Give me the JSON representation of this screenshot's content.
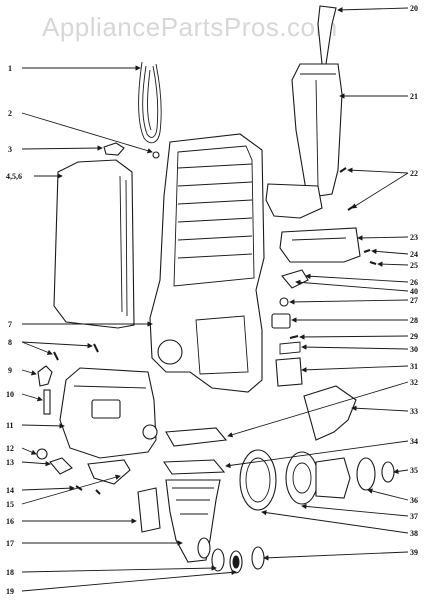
{
  "watermark": "AppliancePartsPros.com",
  "callouts": {
    "c1": "1",
    "c2": "2",
    "c3": "3",
    "c4": "4,5,6",
    "c7": "7",
    "c8": "8",
    "c9": "9",
    "c10": "10",
    "c11": "11",
    "c12": "12",
    "c13": "13",
    "c14": "14",
    "c15": "15",
    "c16": "16",
    "c17": "17",
    "c18": "18",
    "c19": "19",
    "c20": "20",
    "c21": "21",
    "c22": "22",
    "c23": "23",
    "c24": "24",
    "c25": "25",
    "c26": "26",
    "c27": "27",
    "c28": "28",
    "c29": "29",
    "c30": "30",
    "c31": "31",
    "c32": "32",
    "c33": "33",
    "c34": "34",
    "c35": "35",
    "c36": "36",
    "c37": "37",
    "c38": "38",
    "c39": "39",
    "c40": "40"
  }
}
